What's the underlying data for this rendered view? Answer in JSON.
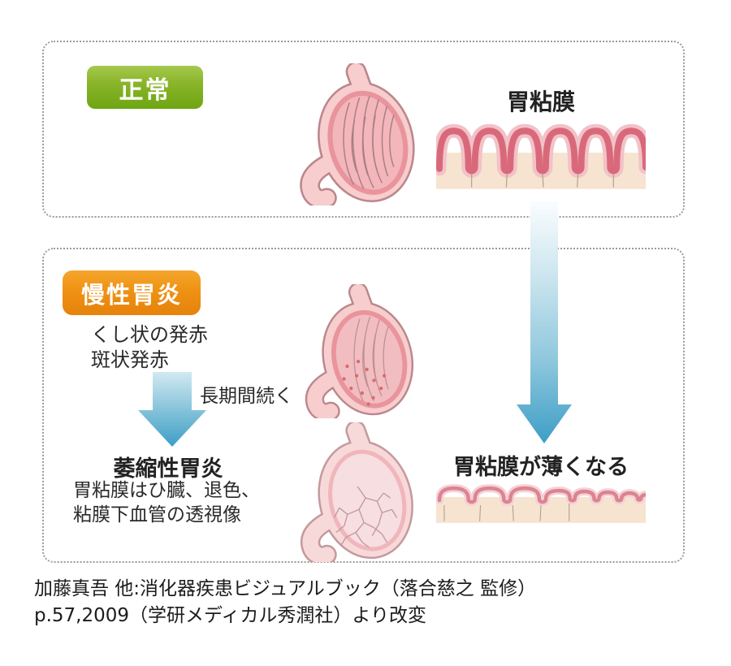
{
  "normal_section": {
    "badge_label": "正常",
    "mucosa_label": "胃粘膜"
  },
  "chronic_section": {
    "badge_label": "慢性胃炎",
    "finding_line1": "くし状の発赤",
    "finding_line2": "斑状発赤",
    "duration_caption": "長期間続く",
    "atrophic_title": "萎縮性胃炎",
    "atrophic_desc_line1": "胃粘膜はひ臓、退色、",
    "atrophic_desc_line2": "粘膜下血管の透視像",
    "result_label": "胃粘膜が薄くなる"
  },
  "citation": {
    "line1": "加藤真吾 他:消化器疾患ビジュアルブック（落合慈之 監修）",
    "line2": "p.57,2009（学研メディカル秀潤社）より改変"
  },
  "colors": {
    "normal_badge_green": "#76ab18",
    "chronic_badge_orange": "#ee9013",
    "arrow_blue": "#3d9ec6",
    "mucosa_ribbon_pink": "#d9697a",
    "stomach_pink": "#f3b6ba",
    "cream_background": "#f6e3d0",
    "dashed_border_gray": "#9a9a9a",
    "text_dark": "#222222"
  }
}
